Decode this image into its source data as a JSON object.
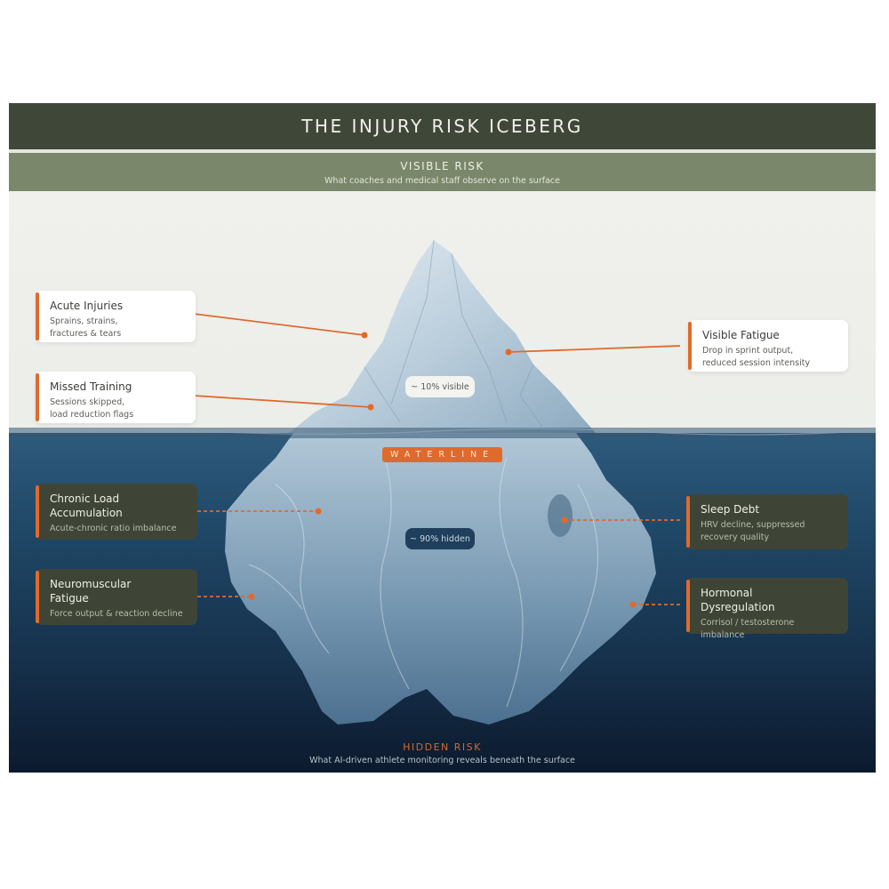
{
  "header": {
    "title": "THE INJURY RISK ICEBERG",
    "section_label": "VISIBLE RISK",
    "section_subtitle": "What coaches and medical staff observe on the surface"
  },
  "visible_risks": [
    {
      "title": "Acute Injuries",
      "description_lines": [
        "Sprains, strains,",
        "fractures & tears"
      ]
    },
    {
      "title": "Missed Training",
      "description_lines": [
        "Sessions skipped,",
        "load reduction flags"
      ]
    },
    {
      "title": "Visible Fatigue",
      "description_lines": [
        "Drop in sprint output,",
        "reduced session intensity"
      ]
    }
  ],
  "hidden_risks": [
    {
      "title_lines": [
        "Chronic Load",
        "Accumulation"
      ],
      "description": "Acute-chronic ratio imbalance"
    },
    {
      "title_lines": [
        "Neuromuscular",
        "Fatigue"
      ],
      "description": "Force output & reaction decline"
    },
    {
      "title_lines": [
        "Sleep Debt"
      ],
      "description_lines": [
        "HRV decline, suppressed",
        "recovery quality"
      ]
    },
    {
      "title_lines": [
        "Hormonal",
        "Dysregulation"
      ],
      "description": "Corrisol / testosterone imbalance"
    }
  ],
  "badges": {
    "visible_pct": "~ 10% visible",
    "hidden_pct": "~ 90% hidden",
    "waterline": "WATERLINE"
  },
  "footer": {
    "section_label": "HIDDEN RISK",
    "section_subtitle": "What AI-driven athlete monitoring reveals beneath the surface"
  },
  "icons": {
    "logo": "waveform-logo-icon",
    "corner": "sparkle-star-icon"
  },
  "colors": {
    "title_bar": "#3f4739",
    "sub_bar": "#7a876a",
    "accent_orange": "#e06a2c",
    "sea_top": "#2e5a7c",
    "sea_bottom": "#0c1a2e",
    "dark_card": "#3f4536",
    "logo_bg": "#8f9b79"
  }
}
